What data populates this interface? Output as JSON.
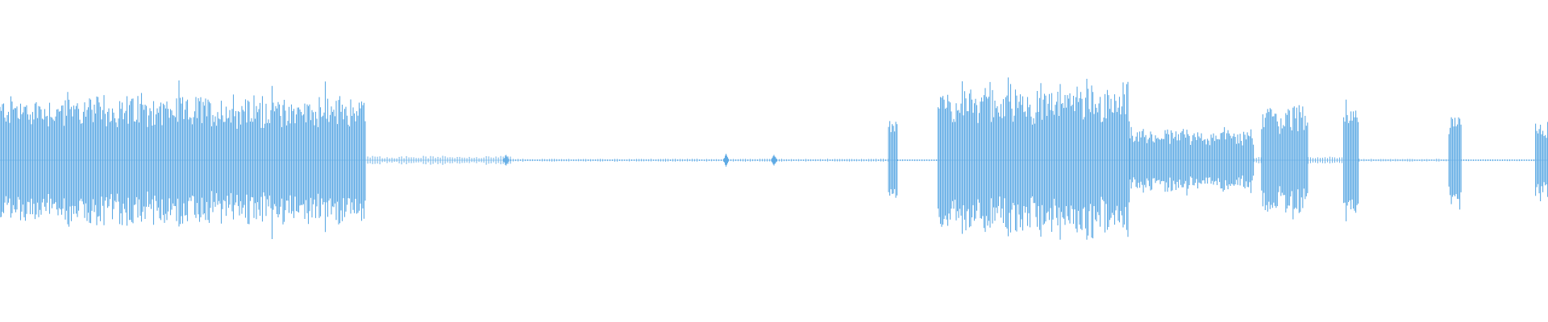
{
  "waveform": {
    "color": "#5eaae4",
    "background": "#ffffff",
    "segments": [
      {
        "start": 0.0,
        "end": 0.236,
        "level": 0.85,
        "dense": true
      },
      {
        "start": 0.236,
        "end": 0.33,
        "level": 0.06,
        "dense": false
      },
      {
        "start": 0.33,
        "end": 0.574,
        "level": 0.02,
        "dense": false
      },
      {
        "start": 0.574,
        "end": 0.58,
        "level": 0.6,
        "dense": true
      },
      {
        "start": 0.58,
        "end": 0.606,
        "level": 0.01,
        "dense": false
      },
      {
        "start": 0.606,
        "end": 0.73,
        "level": 0.95,
        "dense": true
      },
      {
        "start": 0.73,
        "end": 0.81,
        "level": 0.4,
        "dense": true
      },
      {
        "start": 0.81,
        "end": 0.815,
        "level": 0.05,
        "dense": false
      },
      {
        "start": 0.815,
        "end": 0.845,
        "level": 0.7,
        "dense": true
      },
      {
        "start": 0.845,
        "end": 0.868,
        "level": 0.06,
        "dense": false
      },
      {
        "start": 0.868,
        "end": 0.878,
        "level": 0.75,
        "dense": true
      },
      {
        "start": 0.878,
        "end": 0.936,
        "level": 0.02,
        "dense": false
      },
      {
        "start": 0.936,
        "end": 0.944,
        "level": 0.6,
        "dense": true
      },
      {
        "start": 0.944,
        "end": 0.992,
        "level": 0.01,
        "dense": false
      },
      {
        "start": 0.992,
        "end": 1.0,
        "level": 0.55,
        "dense": true
      }
    ],
    "blips": [
      0.327,
      0.469,
      0.5
    ]
  }
}
